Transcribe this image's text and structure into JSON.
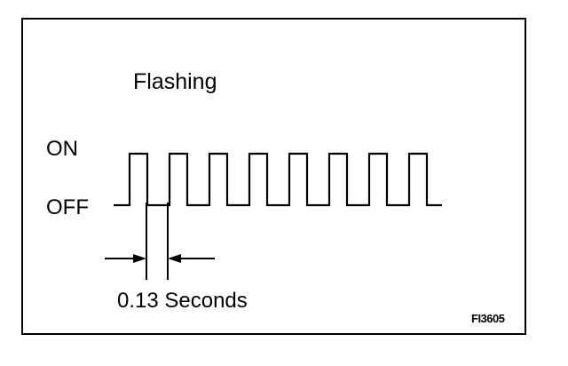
{
  "diagram": {
    "title": "Flashing",
    "state_on_label": "ON",
    "state_off_label": "OFF",
    "interval_label": "0.13 Seconds",
    "figure_id": "FI3605",
    "pulse_count": 8,
    "colors": {
      "ink": "#000000",
      "background": "#ffffff"
    }
  }
}
